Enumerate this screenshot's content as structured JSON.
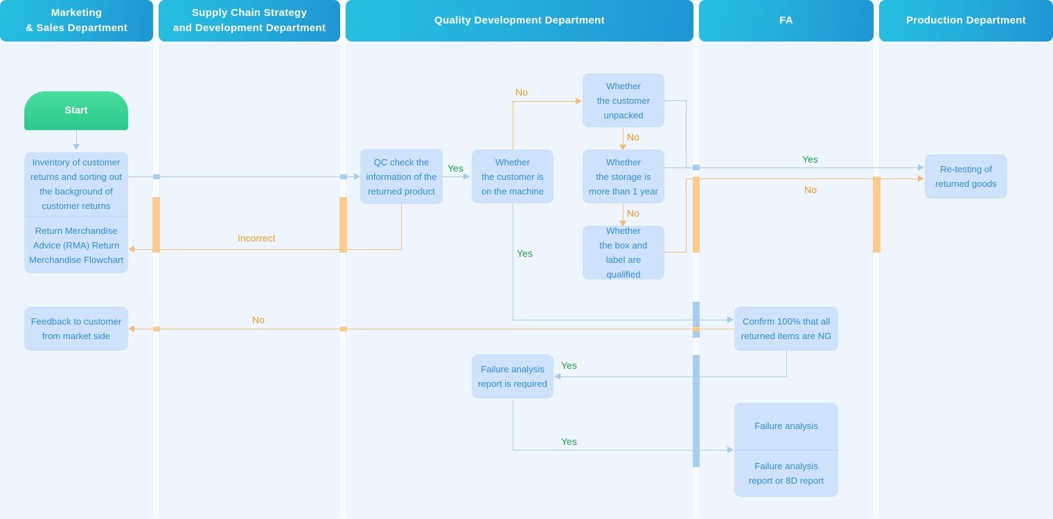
{
  "diagram": {
    "title": "Return Merchandise Advice (RMA) Return Merchandise Flowchart",
    "type": "swimlane-flowchart",
    "colors": {
      "lane_header_from": "#26bee0",
      "lane_header_to": "#2094d4",
      "lane_body": "#eef5fd",
      "page_background": "#f7fbfe",
      "node_fill": "#cfe2fb",
      "node_text": "#2f8ede",
      "start_fill": "#2cc98c",
      "connector_blue": "#a7cdf0",
      "connector_orange": "#f8bc79",
      "label_yes": "#1e9e4a",
      "label_no": "#f0981f"
    }
  },
  "lanes": [
    {
      "id": "marketing",
      "line1": "Marketing",
      "line2": "& Sales Department"
    },
    {
      "id": "supplychain",
      "line1": "Supply Chain Strategy",
      "line2": "and Development Department"
    },
    {
      "id": "quality",
      "line1": "Quality Development Department",
      "line2": ""
    },
    {
      "id": "fa",
      "line1": "FA",
      "line2": ""
    },
    {
      "id": "production",
      "line1": "Production Department",
      "line2": ""
    }
  ],
  "nodes": {
    "start": {
      "label": "Start"
    },
    "inventory": {
      "l1": "Inventory of customer",
      "l2": "returns and sorting out",
      "l3": "the background of",
      "l4": "customer returns"
    },
    "rma": {
      "l1": "Return Merchandise",
      "l2": "Advice (RMA) Return",
      "l3": "Merchandise Flowchart"
    },
    "feedback": {
      "l1": "Feedback to customer",
      "l2": "from market side"
    },
    "qc_check": {
      "l1": "QC check the",
      "l2": "information of the",
      "l3": "returned product"
    },
    "on_machine": {
      "l1": "Whether",
      "l2": "the customer is",
      "l3": "on the machine"
    },
    "unpacked": {
      "l1": "Whether",
      "l2": "the customer",
      "l3": "unpacked"
    },
    "storage": {
      "l1": "Whether",
      "l2": "the storage is",
      "l3": "more than 1 year"
    },
    "box_label": {
      "l1": "Whether",
      "l2": "the box and",
      "l3": "label are qualified"
    },
    "fa_report_required": {
      "l1": "Failure analysis",
      "l2": "report is required"
    },
    "confirm_ng": {
      "l1": "Confirm 100% that all",
      "l2": "returned items are NG"
    },
    "failure_analysis": {
      "l1": "Failure analysis"
    },
    "fa_8d_report": {
      "l1": "Failure analysis",
      "l2": "report or 8D report"
    },
    "retesting": {
      "l1": "Re-testing of",
      "l2": "returned goods"
    }
  },
  "edge_labels": {
    "qc_to_machine": "Yes",
    "machine_no": "No",
    "machine_yes": "Yes",
    "unpacked_no": "No",
    "storage_no": "No",
    "unpacked_yes_retest": "Yes",
    "boxlabel_no_retest": "No",
    "incorrect": "Incorrect",
    "confirm_no_feedback": "No",
    "confirm_yes_fareport": "Yes",
    "fareport_yes_fa": "Yes"
  }
}
